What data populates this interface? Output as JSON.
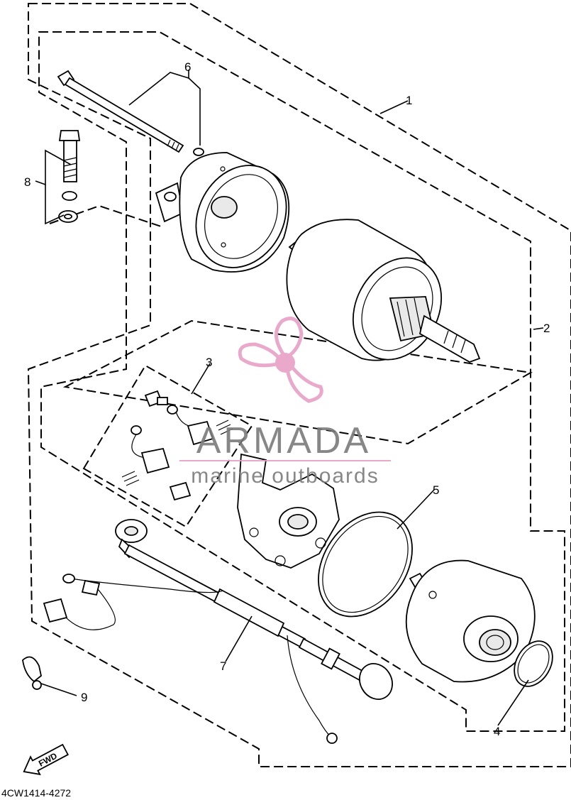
{
  "diagram": {
    "callouts": [
      {
        "id": "1",
        "label": "1"
      },
      {
        "id": "2",
        "label": "2"
      },
      {
        "id": "3",
        "label": "3"
      },
      {
        "id": "4",
        "label": "4"
      },
      {
        "id": "5",
        "label": "5"
      },
      {
        "id": "6",
        "label": "6"
      },
      {
        "id": "7",
        "label": "7"
      },
      {
        "id": "8",
        "label": "8"
      },
      {
        "id": "9",
        "label": "9"
      }
    ],
    "direction_marker": "FWD",
    "drawing_code": "4CW1414-4272"
  },
  "watermark": {
    "brand": "ARMADA",
    "tagline": "marine outboards",
    "accent_color": "#e8a0c6",
    "text_color": "#7b7b7b"
  }
}
